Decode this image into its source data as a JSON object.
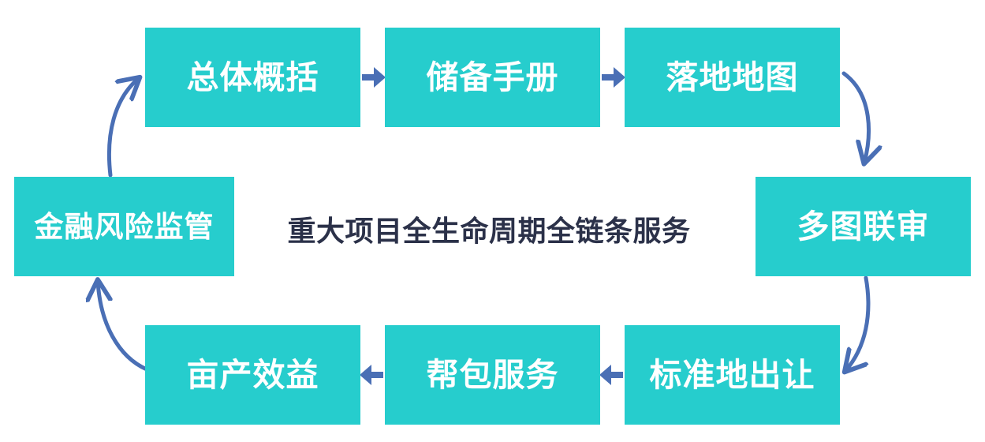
{
  "diagram": {
    "center_title": "重大项目全生命周期全链条服务",
    "colors": {
      "node_fill": "#26cdcd",
      "node_text": "#ffffff",
      "arrow": "#4a6fb5",
      "center_text": "#2b3149",
      "background": "#ffffff"
    },
    "nodes": [
      {
        "id": "overview",
        "label": "总体概括",
        "position": "top-left"
      },
      {
        "id": "reserve",
        "label": "储备手册",
        "position": "top-center"
      },
      {
        "id": "landingmap",
        "label": "落地地图",
        "position": "top-right"
      },
      {
        "id": "rightreview",
        "label": "多图联审",
        "position": "right"
      },
      {
        "id": "standardland",
        "label": "标准地出让",
        "position": "bottom-right"
      },
      {
        "id": "packageserv",
        "label": "帮包服务",
        "position": "bottom-center"
      },
      {
        "id": "mualand",
        "label": "亩产效益",
        "position": "bottom-left"
      },
      {
        "id": "finrisk",
        "label": "金融风险监管",
        "position": "left"
      }
    ],
    "connectors": [
      {
        "from": "overview",
        "to": "reserve",
        "style": "straight",
        "direction": "right"
      },
      {
        "from": "reserve",
        "to": "landingmap",
        "style": "straight",
        "direction": "right"
      },
      {
        "from": "landingmap",
        "to": "rightreview",
        "style": "curved",
        "direction": "down"
      },
      {
        "from": "rightreview",
        "to": "standardland",
        "style": "curved",
        "direction": "down"
      },
      {
        "from": "standardland",
        "to": "packageserv",
        "style": "straight",
        "direction": "left"
      },
      {
        "from": "packageserv",
        "to": "mualand",
        "style": "straight",
        "direction": "left"
      },
      {
        "from": "mualand",
        "to": "finrisk",
        "style": "curved",
        "direction": "up"
      },
      {
        "from": "finrisk",
        "to": "overview",
        "style": "curved",
        "direction": "up"
      }
    ]
  }
}
